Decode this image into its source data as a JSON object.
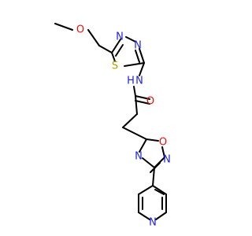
{
  "molecule": {
    "labels": {
      "methoxy_O": "O",
      "thiadiazole_N1": "N",
      "thiadiazole_N2": "N",
      "thiadiazole_S": "S",
      "amide_N": "N",
      "amide_H": "H",
      "amide_O": "O",
      "oxadiazole_O": "O",
      "oxadiazole_N_bottom": "N",
      "oxadiazole_N_right": "N",
      "pyridine_N": "N"
    },
    "colors": {
      "carbon_bond": "#000000",
      "oxygen": "#e8120b",
      "nitrogen": "#1f22e6",
      "sulfur": "#b6a000"
    }
  }
}
